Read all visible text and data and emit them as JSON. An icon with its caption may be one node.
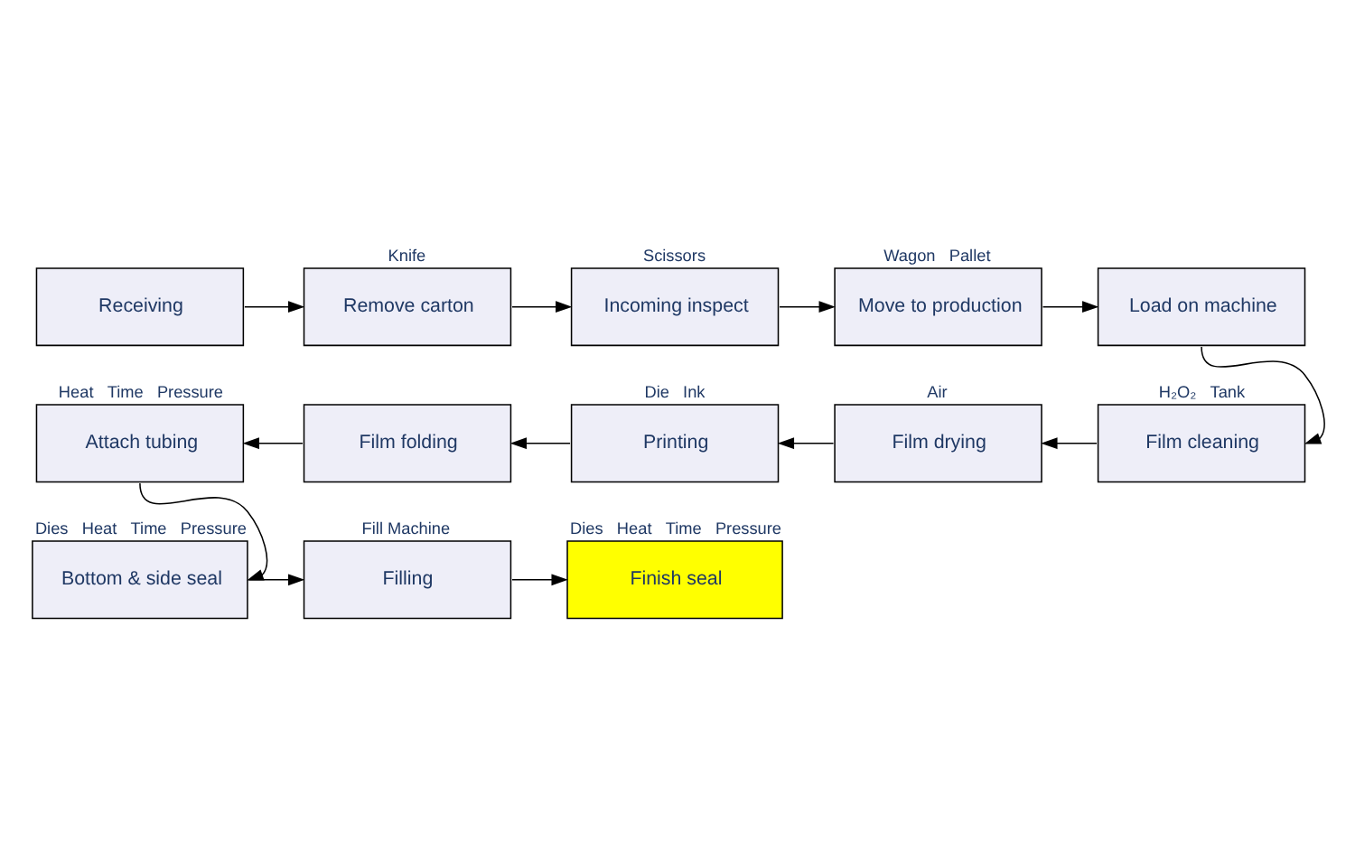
{
  "diagram": {
    "nodes": [
      {
        "text": [
          "Receiving"
        ]
      },
      {
        "text": [
          "Remove carton"
        ],
        "beside": [
          "Knife"
        ]
      },
      {
        "text": [
          "Incoming inspect"
        ],
        "beside": [
          "Scissors"
        ]
      },
      {
        "text": [
          "Move to production"
        ],
        "beside": [
          "Wagon",
          "Pallet"
        ]
      },
      {
        "text": [
          "Load on machine"
        ]
      },
      {
        "text": [
          "Attach tubing"
        ],
        "beside": [
          "Heat",
          "Time",
          "Pressure"
        ]
      },
      {
        "text": [
          "Film folding"
        ]
      },
      {
        "text": [
          "Printing"
        ],
        "beside": [
          "Die",
          "Ink"
        ]
      },
      {
        "text": [
          "Film drying"
        ],
        "beside": [
          "Air"
        ]
      },
      {
        "text": [
          "Film cleaning"
        ],
        "beside": [
          "H₂O₂",
          "Tank"
        ]
      },
      {
        "text": [
          "Bottom & side seal"
        ],
        "beside": [
          "Dies",
          "Heat",
          "Time",
          "Pressure"
        ]
      },
      {
        "text": [
          "Filling"
        ],
        "beside": [
          "Fill Machine"
        ]
      },
      {
        "text": [
          "Finish seal"
        ],
        "beside": [
          "Dies",
          "Heat",
          "Time",
          "Pressure"
        ]
      }
    ],
    "edges": [
      {
        "from": 0,
        "to": 1,
        "arrow": "to"
      },
      {
        "from": 1,
        "to": 2,
        "arrow": "to"
      },
      {
        "from": 2,
        "to": 3,
        "arrow": "to"
      },
      {
        "from": 3,
        "to": 4,
        "arrow": "to"
      },
      {
        "from": 4,
        "to": 9,
        "arrow": "to"
      },
      {
        "from": 9,
        "to": 8,
        "arrow": "to"
      },
      {
        "from": 8,
        "to": 7,
        "arrow": "to"
      },
      {
        "from": 7,
        "to": 6,
        "arrow": "to"
      },
      {
        "from": 6,
        "to": 5,
        "arrow": "to"
      },
      {
        "from": 5,
        "to": 10,
        "arrow": "to"
      },
      {
        "from": 10,
        "to": 11,
        "arrow": "to"
      },
      {
        "from": 11,
        "to": 12,
        "arrow": "to"
      }
    ]
  }
}
